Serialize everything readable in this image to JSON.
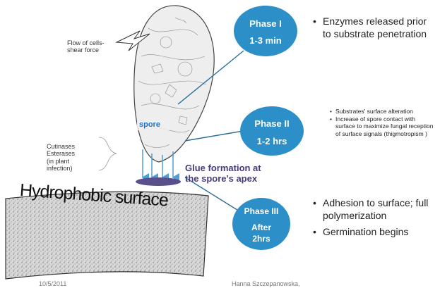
{
  "labels": {
    "flow": "Flow of cells-shear force",
    "enzymes": [
      "Cutinases",
      "Esterases",
      "(in plant",
      "infection)"
    ],
    "spore": "spore",
    "glue": "Glue formation at the spore's apex",
    "surface": "Hydrophobic surface"
  },
  "phases": [
    {
      "title": "Phase I",
      "time": "1-3 min"
    },
    {
      "title": "Phase II",
      "time": "1-2 hrs"
    },
    {
      "title": "Phase III",
      "time_line1": "After",
      "time_line2": "2hrs"
    }
  ],
  "notes": {
    "phase1": [
      "Enzymes released prior to substrate penetration"
    ],
    "phase2": [
      "Substrates' surface alteration",
      "Increase of spore contact with surface to maximize fungal reception of surface signals (thigmotropism )"
    ],
    "phase3": [
      "Adhesion to surface; full polymerization",
      "Germination begins"
    ]
  },
  "footer": {
    "date": "10/5/2011",
    "author": "Hanna Szczepanowska,"
  },
  "colors": {
    "phase_fill": "#2d8fc8",
    "connector": "#2c6f9a",
    "spore_fill": "#eeeeee",
    "glue_fill": "#5a4f8a",
    "arrow": "#4f9fd6",
    "surface_fill": "#d8d8d8"
  }
}
